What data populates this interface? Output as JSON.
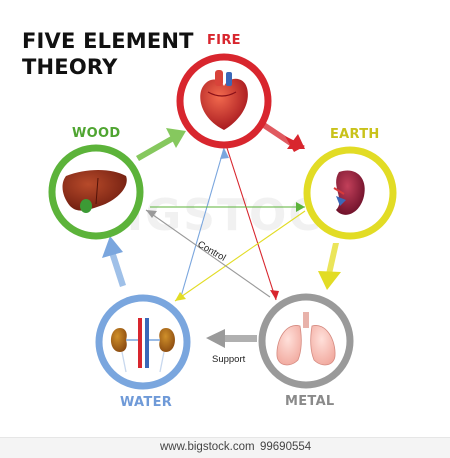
{
  "title": {
    "line1": "FIVE ELEMENT",
    "line2": "THEORY"
  },
  "elements": {
    "fire": {
      "label": "FIRE",
      "color": "#d8262e"
    },
    "earth": {
      "label": "EARTH",
      "color": "#e2dc25"
    },
    "metal": {
      "label": "METAL",
      "color": "#9a9a9a"
    },
    "water": {
      "label": "WATER",
      "color": "#7aa6de"
    },
    "wood": {
      "label": "WOOD",
      "color": "#5cb33a"
    }
  },
  "labels": {
    "control": "Control",
    "support": "Support"
  },
  "watermark": "BIGSTOCK",
  "footer": {
    "url": "www.bigstock.com",
    "id": "99690554"
  }
}
